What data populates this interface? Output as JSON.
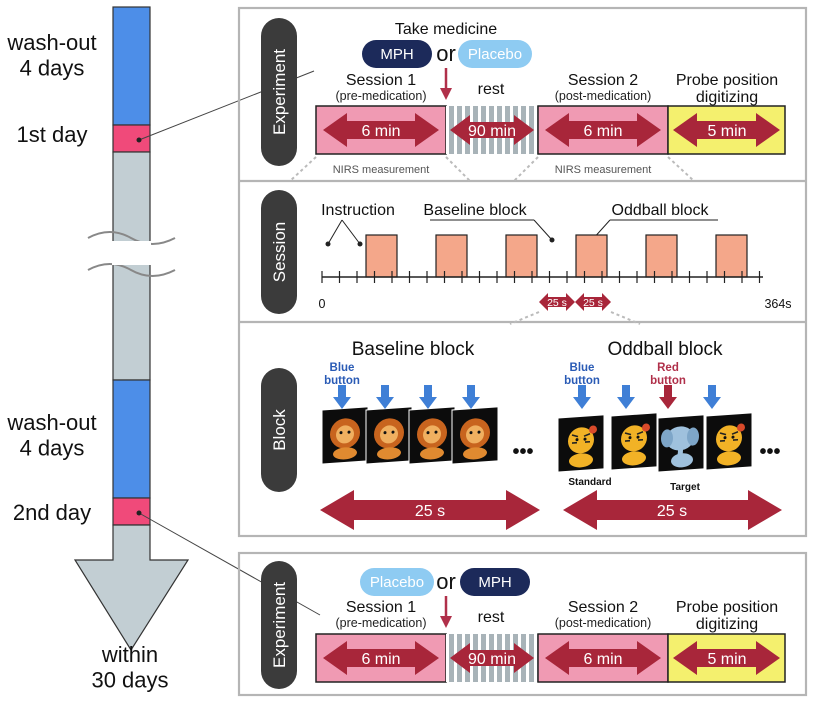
{
  "colors": {
    "blue_bar": "#4d8ee8",
    "pink": "#f04a7a",
    "pink_fill": "#f09ab3",
    "grey_bar": "#c2ced3",
    "red_arrow": "#a8263a",
    "yellow": "#f4f06e",
    "navy_pill": "#1c2a5a",
    "light_pill": "#8ecbf2",
    "salmon_block": "#f4a78a",
    "dark_tab": "#3b3b3b",
    "arrow_blue": "#3f7fd6"
  },
  "timeline": {
    "washout1": "wash-out\n4 days",
    "day1": "1st day",
    "washout2": "wash-out\n4 days",
    "day2": "2nd day",
    "within": "within\n30 days"
  },
  "experiment1": {
    "tab": "Experiment",
    "take_medicine": "Take medicine",
    "pill_left": "MPH",
    "or": "or",
    "pill_right": "Placebo",
    "session1": "Session 1",
    "session1_sub": "(pre-medication)",
    "rest": "rest",
    "session2": "Session 2",
    "session2_sub": "(post-medication)",
    "probe": "Probe position",
    "probe_sub": "digitizing",
    "dur1": "6 min",
    "dur_rest": "90 min",
    "dur2": "6 min",
    "dur_probe": "5 min",
    "nirs1": "NIRS measurement",
    "nirs2": "NIRS measurement"
  },
  "session": {
    "tab": "Session",
    "instruction": "Instruction",
    "baseline": "Baseline block",
    "oddball": "Oddball block",
    "start": "0",
    "end": "364s",
    "d1": "25 s",
    "d2": "25 s"
  },
  "block": {
    "tab": "Block",
    "baseline_title": "Baseline block",
    "oddball_title": "Oddball block",
    "blue_button": "Blue\nbutton",
    "red_button": "Red\nbutton",
    "standard": "Standard",
    "target": "Target",
    "dur_left": "25 s",
    "dur_right": "25 s",
    "ellipsis": "•••"
  },
  "experiment2": {
    "tab": "Experiment",
    "pill_left": "Placebo",
    "or": "or",
    "pill_right": "MPH",
    "session1": "Session 1",
    "session1_sub": "(pre-medication)",
    "rest": "rest",
    "session2": "Session 2",
    "session2_sub": "(post-medication)",
    "probe": "Probe position",
    "probe_sub": "digitizing",
    "dur1": "6 min",
    "dur_rest": "90 min",
    "dur2": "6 min",
    "dur_probe": "5 min"
  }
}
